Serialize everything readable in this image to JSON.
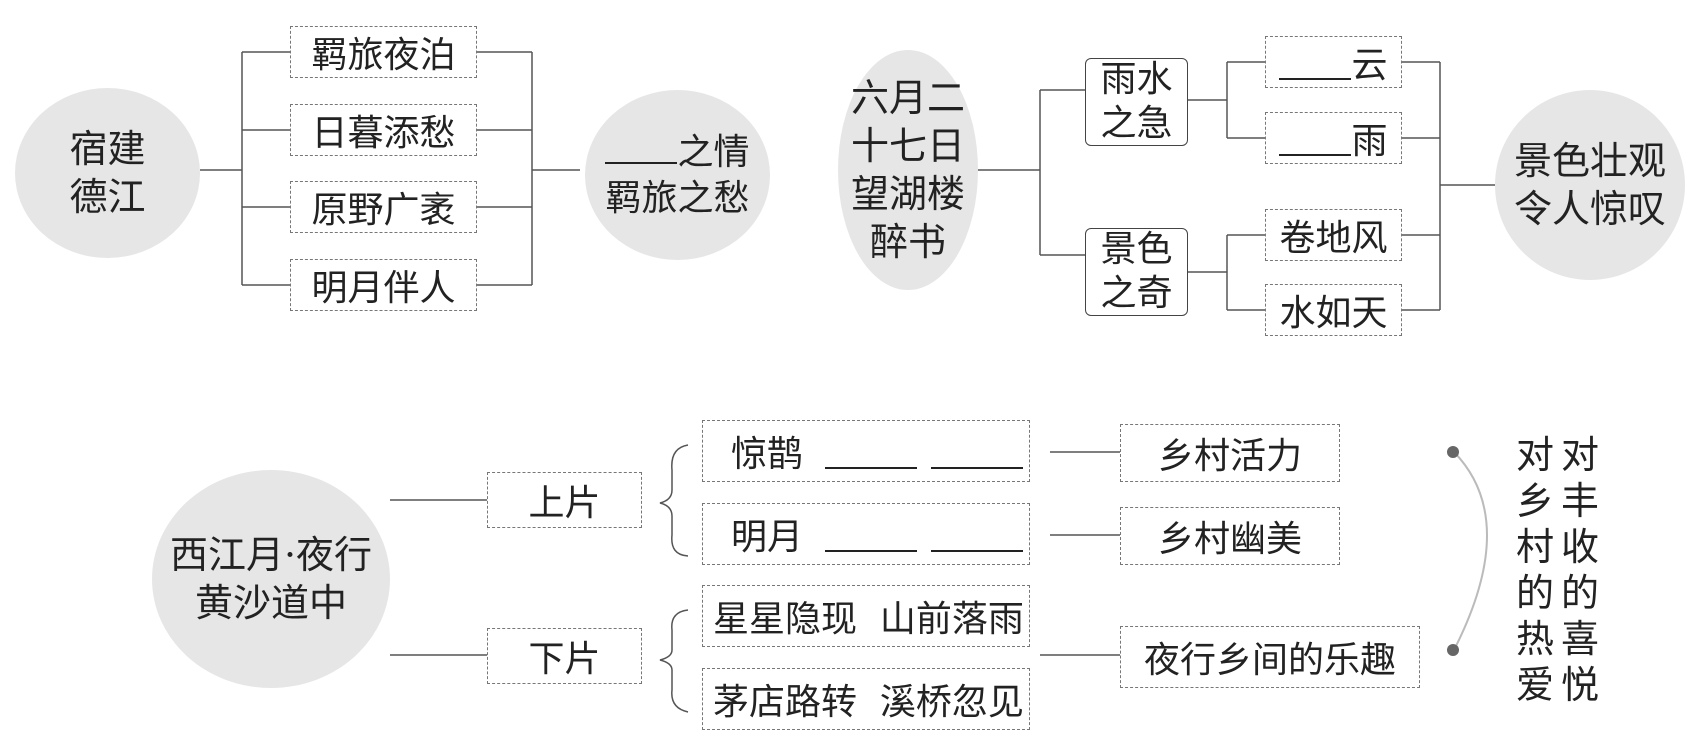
{
  "d1": {
    "title": "宿建\n德江",
    "items": [
      "羁旅夜泊",
      "日暮添愁",
      "原野广袤",
      "明月伴人"
    ],
    "result_suffix": "之情",
    "result_line2": "羁旅之愁"
  },
  "d2": {
    "title": "六月二\n十七日\n望湖楼\n醉书",
    "branch1": "雨水\n之急",
    "branch1_items": [
      "云",
      "雨"
    ],
    "branch2": "景色\n之奇",
    "branch2_items": [
      "卷地风",
      "水如天"
    ],
    "result": "景色壮观\n令人惊叹"
  },
  "d3": {
    "title": "西江月·夜行\n黄沙道中",
    "part1": "上片",
    "part2": "下片",
    "row1_label": "惊鹊",
    "row2_label": "明月",
    "row3": "星星隐现  山前落雨",
    "row4": "茅店路转  溪桥忽见",
    "mid1": "乡村活力",
    "mid2": "乡村幽美",
    "mid3": "夜行乡间的乐趣",
    "col_right": "对丰收的喜悦",
    "col_left": "对乡村的热爱"
  }
}
